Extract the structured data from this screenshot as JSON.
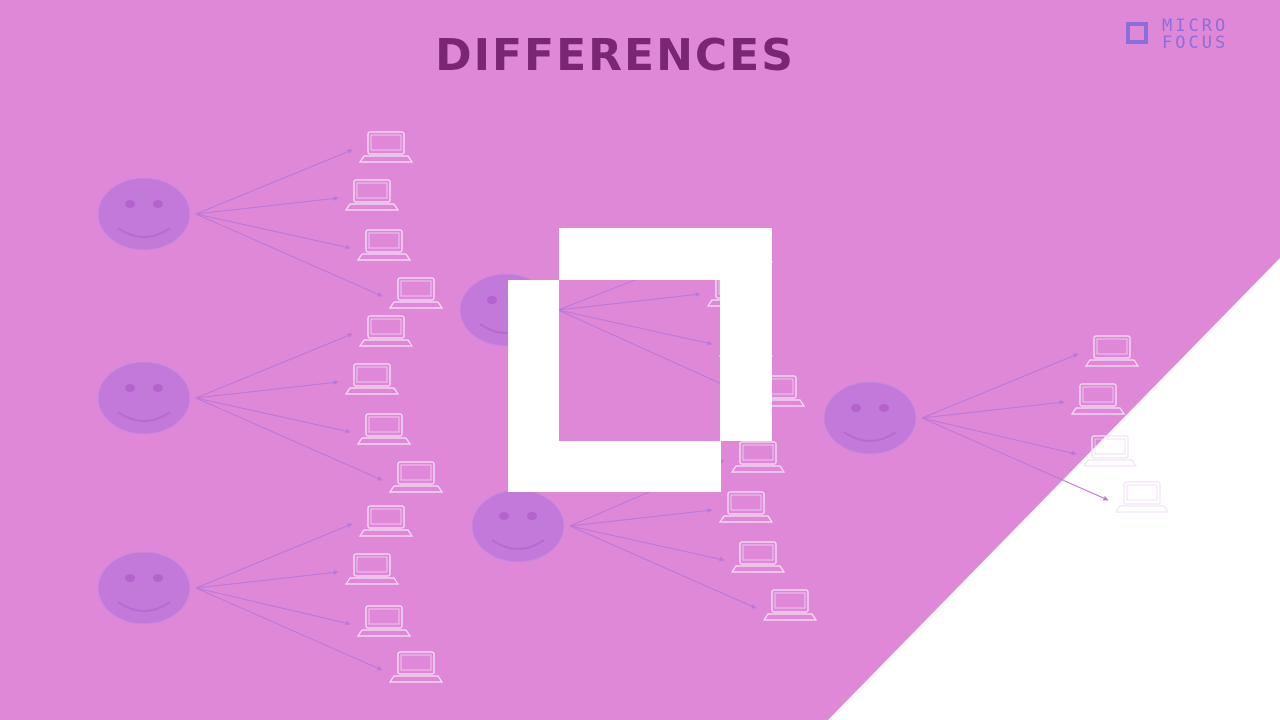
{
  "slide": {
    "title": "DIFFERENCES",
    "background_color": "#e088d8",
    "accent_white": "#ffffff"
  },
  "logo": {
    "line1": "MICRO",
    "line2": "FOCUS",
    "color": "#8a6fd8"
  },
  "icons": {
    "user": "smiley-face-icon",
    "device": "laptop-icon",
    "overlay": "offset-square-frames-icon"
  }
}
